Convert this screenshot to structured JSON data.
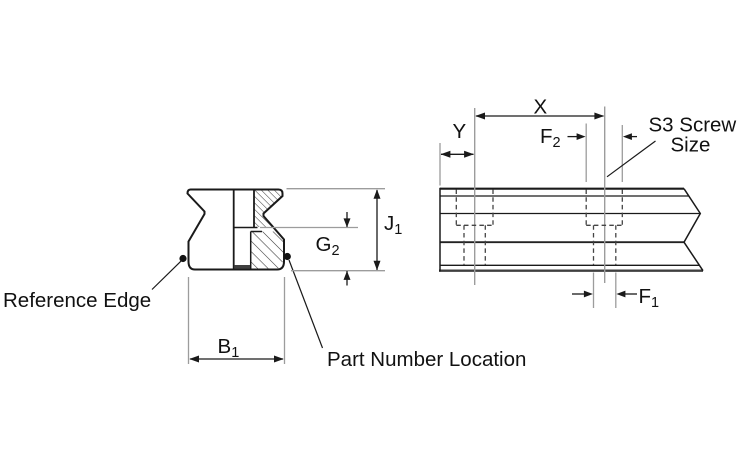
{
  "drawing": {
    "type": "engineering-dimension-diagram",
    "labels": {
      "reference_edge": "Reference Edge",
      "part_number_location": "Part Number Location",
      "b1": {
        "main": "B",
        "sub": "1"
      },
      "j1": {
        "main": "J",
        "sub": "1"
      },
      "g2": {
        "main": "G",
        "sub": "2"
      },
      "x": "X",
      "y": "Y",
      "f2": {
        "main": "F",
        "sub": "2"
      },
      "f1": {
        "main": "F",
        "sub": "1"
      },
      "s3_line1": "S3 Screw",
      "s3_line2": "Size"
    },
    "colors": {
      "line": "#1a1a1a",
      "extension_line": "#9c9c9c",
      "hidden_line": "#444444",
      "background": "#ffffff"
    }
  }
}
